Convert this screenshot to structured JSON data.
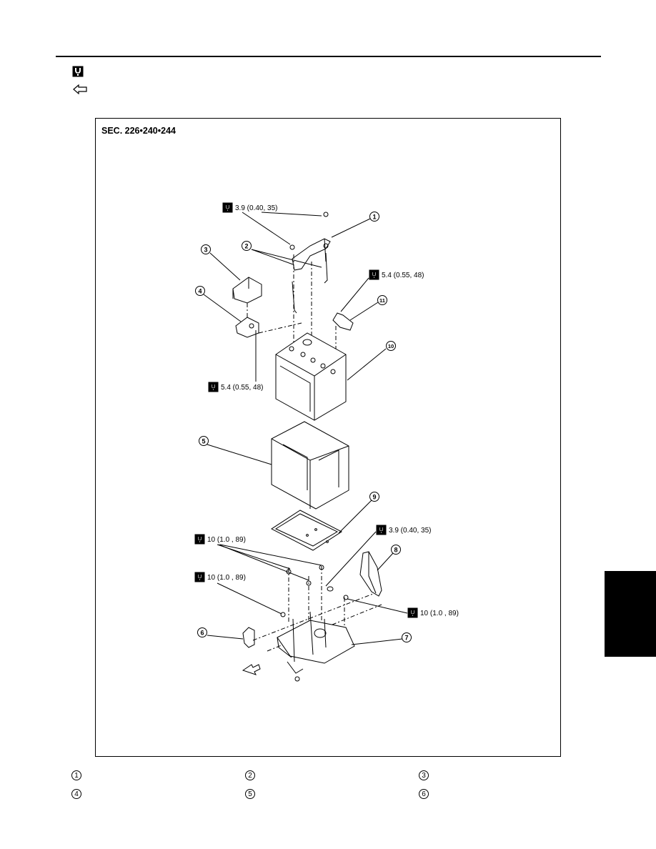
{
  "figure": {
    "section_label": "SEC. 226•240•244",
    "torques": {
      "t1": "3.9 (0.40, 35)",
      "t2": "5.4 (0.55, 48)",
      "t3": "5.4 (0.55, 48)",
      "t4": "3.9 (0.40, 35)",
      "t5": "10 (1.0 , 89)",
      "t6": "10 (1.0 , 89)",
      "t7": "10 (1.0 , 89)"
    },
    "callouts": [
      "1",
      "2",
      "3",
      "4",
      "5",
      "6",
      "7",
      "8",
      "9",
      "10",
      "11"
    ]
  },
  "parts": [
    "1",
    "2",
    "3",
    "4",
    "5",
    "6"
  ],
  "colors": {
    "ink": "#000000",
    "paper": "#ffffff"
  }
}
